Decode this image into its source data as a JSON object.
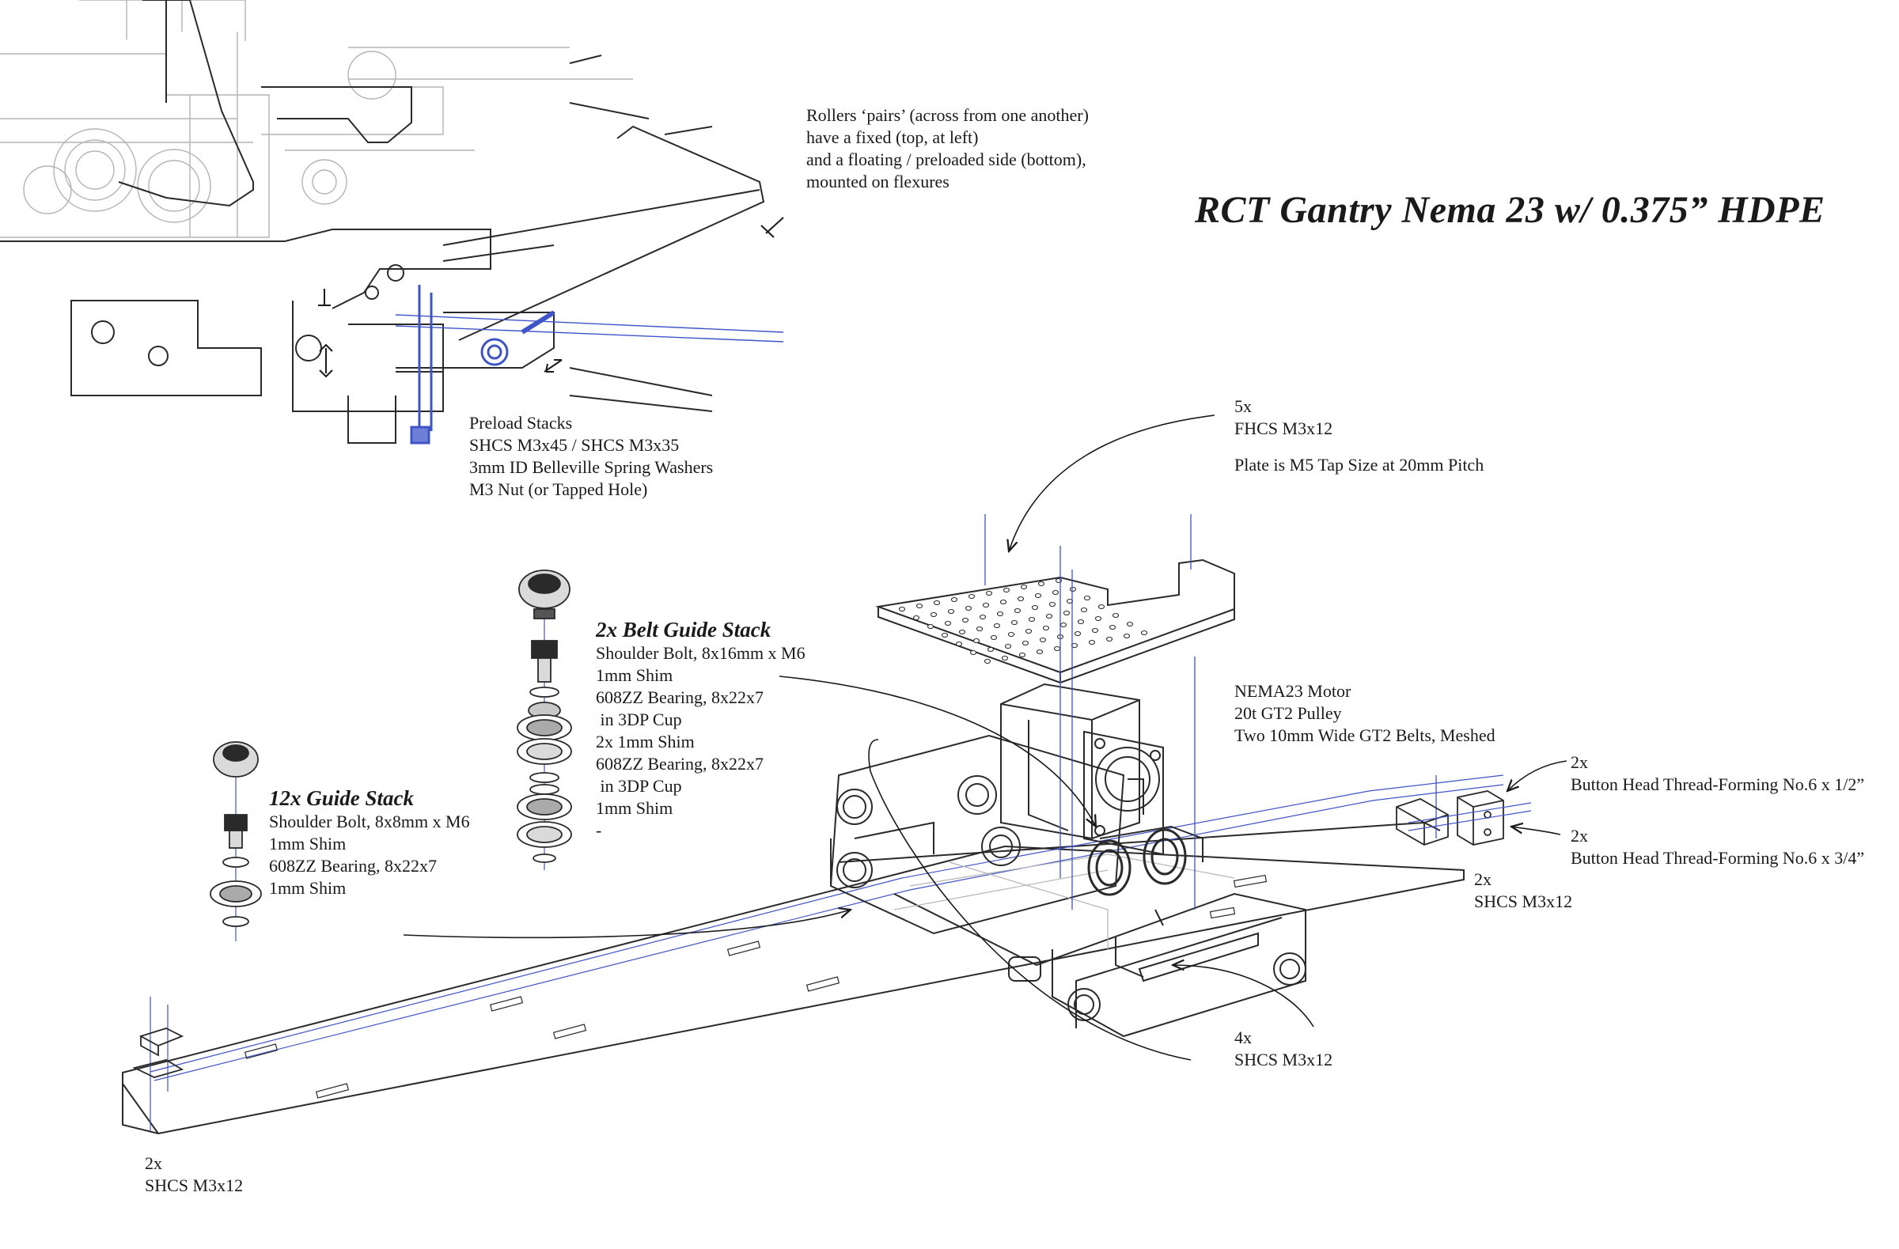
{
  "title": "RCT Gantry Nema 23 w/ 0.375” HDPE",
  "colors": {
    "line": "#2a2a2a",
    "faint": "#b0b0b0",
    "accent_blue": "#3f55c7",
    "background": "#ffffff"
  },
  "notes": {
    "rollers": [
      "Rollers ‘pairs’ (across from one another)",
      "have a fixed (top, at left)",
      "and a floating / preloaded side (bottom),",
      "mounted on flexures"
    ],
    "preload": [
      "Preload Stacks",
      "SHCS M3x45 / SHCS M3x35",
      "3mm ID Belleville Spring Washers",
      "M3 Nut (or Tapped Hole)"
    ],
    "fhcs": {
      "count": "5x",
      "part": "FHCS M3x12",
      "plate": "Plate is M5 Tap Size at 20mm Pitch"
    },
    "belt_guide": {
      "title": "2x Belt Guide Stack",
      "lines": [
        "Shoulder Bolt, 8x16mm x M6",
        "1mm Shim",
        "608ZZ Bearing, 8x22x7",
        " in 3DP Cup",
        "2x 1mm Shim",
        "608ZZ Bearing, 8x22x7",
        " in 3DP Cup",
        "1mm Shim",
        "-"
      ]
    },
    "guide": {
      "title": "12x Guide Stack",
      "lines": [
        "Shoulder Bolt, 8x8mm x M6",
        "1mm Shim",
        "608ZZ Bearing, 8x22x7",
        "1mm Shim"
      ]
    },
    "motor": [
      "NEMA23 Motor",
      "20t GT2 Pulley",
      "Two 10mm Wide GT2 Belts, Meshed"
    ],
    "button_head_half": {
      "count": "2x",
      "part": "Button Head Thread-Forming No.6 x 1/2”"
    },
    "button_head_three_quarter": {
      "count": "2x",
      "part": "Button Head Thread-Forming No.6 x 3/4”"
    },
    "shcs_right": {
      "count": "2x",
      "part": "SHCS M3x12"
    },
    "shcs_center": {
      "count": "4x",
      "part": "SHCS M3x12"
    },
    "shcs_left": {
      "count": "2x",
      "part": "SHCS M3x12"
    }
  }
}
